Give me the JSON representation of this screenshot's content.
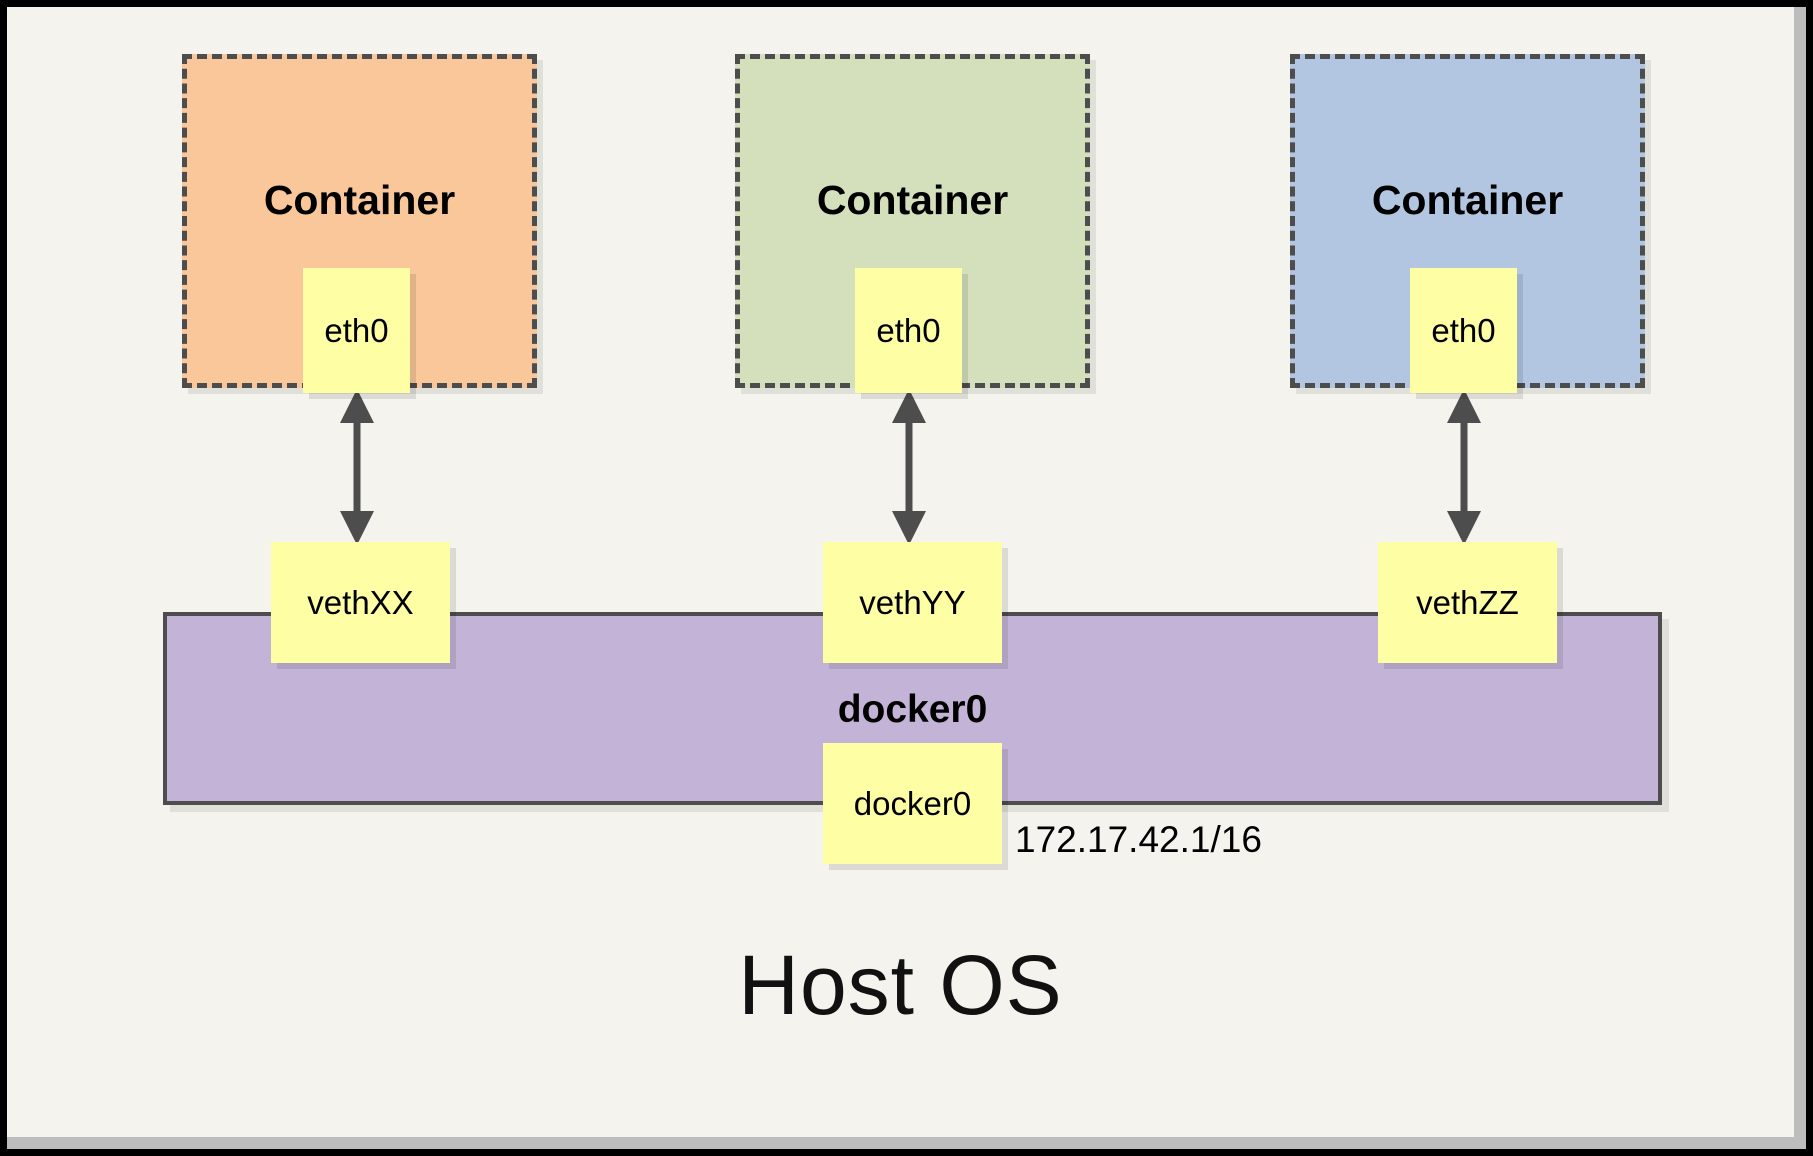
{
  "diagram": {
    "title_bottom": "Host OS",
    "bridge": {
      "title": "docker0",
      "interface_label": "docker0",
      "ip": "172.17.42.1/16",
      "color": "#c3b4d7"
    },
    "containers": [
      {
        "label": "Container",
        "nic": "eth0",
        "color": "#fac79a",
        "veth": "vethXX"
      },
      {
        "label": "Container",
        "nic": "eth0",
        "color": "#d3e0bb",
        "veth": "vethYY"
      },
      {
        "label": "Container",
        "nic": "eth0",
        "color": "#b2c6e2",
        "veth": "vethZZ"
      }
    ],
    "colors": {
      "canvas": "#f4f3ee",
      "frame": "#000000",
      "note": "#feffa5",
      "stroke": "#4d4d4d"
    }
  }
}
